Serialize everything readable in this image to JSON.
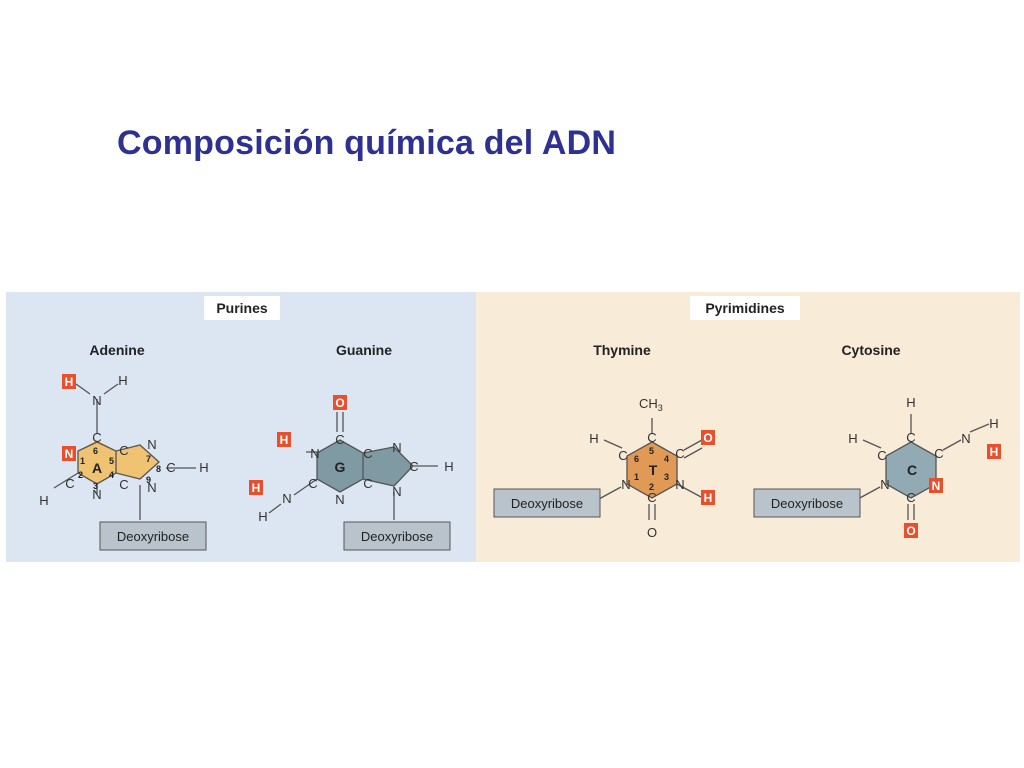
{
  "slide": {
    "title": "Composición química del ADN"
  },
  "panels": {
    "purines": {
      "label": "Purines",
      "color": "#dbe6f2"
    },
    "pyrimidines": {
      "label": "Pyrimidines",
      "color": "#f8ebd7"
    }
  },
  "bases": {
    "adenine": {
      "name": "Adenine",
      "letter": "A",
      "sugar": "Deoxyribose",
      "ring_color": "#efc372"
    },
    "guanine": {
      "name": "Guanine",
      "letter": "G",
      "sugar": "Deoxyribose",
      "ring_color": "#7f9aa2"
    },
    "thymine": {
      "name": "Thymine",
      "letter": "T",
      "sugar": "Deoxyribose",
      "ring_color": "#e09a55",
      "methyl": "CH",
      "methyl_sub": "3"
    },
    "cytosine": {
      "name": "Cytosine",
      "letter": "C",
      "sugar": "Deoxyribose",
      "ring_color": "#92aab4"
    }
  },
  "atoms": {
    "carbon": "C",
    "nitrogen": "N",
    "oxygen": "O",
    "hydrogen": "H"
  },
  "ring_numbers": [
    "1",
    "2",
    "3",
    "4",
    "5",
    "6",
    "7",
    "8",
    "9"
  ],
  "highlight_color": "#e8502d"
}
